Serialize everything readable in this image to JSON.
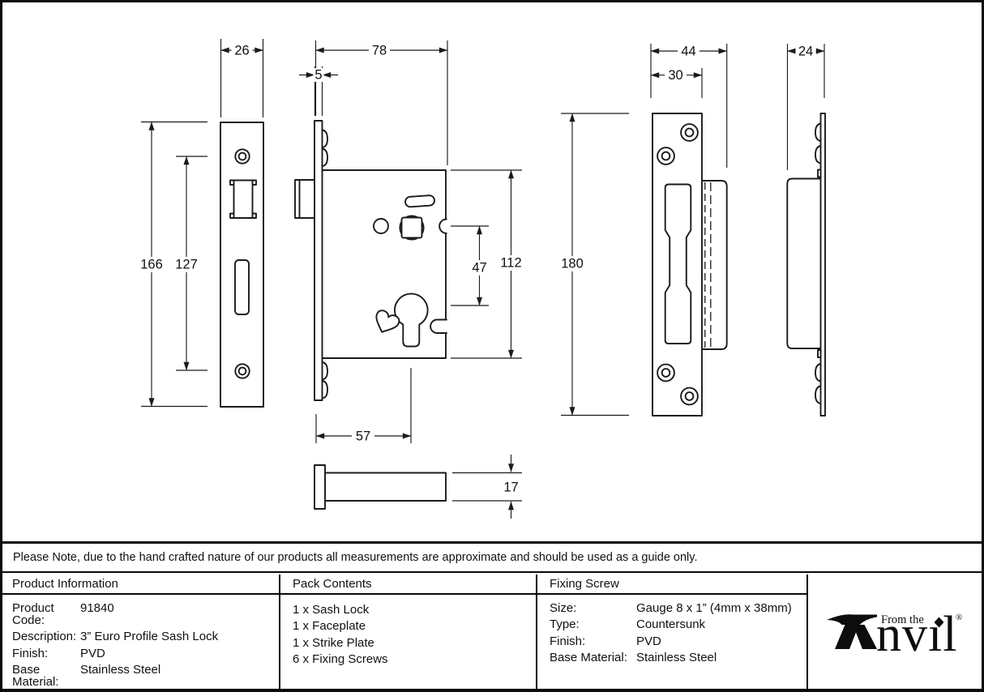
{
  "drawing": {
    "dims": {
      "faceplate_width": "26",
      "lock_body_width": "78",
      "faceplate_thickness": "5",
      "faceplate_height": "166",
      "fixing_centres": "127",
      "lock_body_height": "112",
      "spindle_to_cylinder": "47",
      "backset": "57",
      "lock_body_thickness": "17",
      "strike_plate_width": "44",
      "strike_plate_inner_width": "30",
      "strike_plate_height": "180",
      "strike_plate_depth": "24"
    }
  },
  "note": {
    "text": "Please Note, due to the hand crafted nature of our products all measurements are approximate and should be used as a guide only."
  },
  "tables": {
    "product_information": {
      "title": "Product Information",
      "rows": [
        {
          "label": "Product Code:",
          "value": "91840"
        },
        {
          "label": "Description:",
          "value": "3” Euro Profile Sash Lock"
        },
        {
          "label": "Finish:",
          "value": "PVD"
        },
        {
          "label": "Base Material:",
          "value": "Stainless Steel"
        }
      ]
    },
    "pack_contents": {
      "title": "Pack Contents",
      "items": [
        "1 x Sash Lock",
        "1 x Faceplate",
        "1 x Strike Plate",
        "6 x Fixing Screws"
      ]
    },
    "fixing_screw": {
      "title": "Fixing Screw",
      "rows": [
        {
          "label": "Size:",
          "value": "Gauge 8 x 1” (4mm x 38mm)"
        },
        {
          "label": "Type:",
          "value": "Countersunk"
        },
        {
          "label": "Finish:",
          "value": "PVD"
        },
        {
          "label": "Base Material:",
          "value": "Stainless Steel"
        }
      ]
    }
  },
  "logo": {
    "brand": "Anvil",
    "brand_tail": "nvıl",
    "tagline": "From the",
    "registered": "®"
  }
}
